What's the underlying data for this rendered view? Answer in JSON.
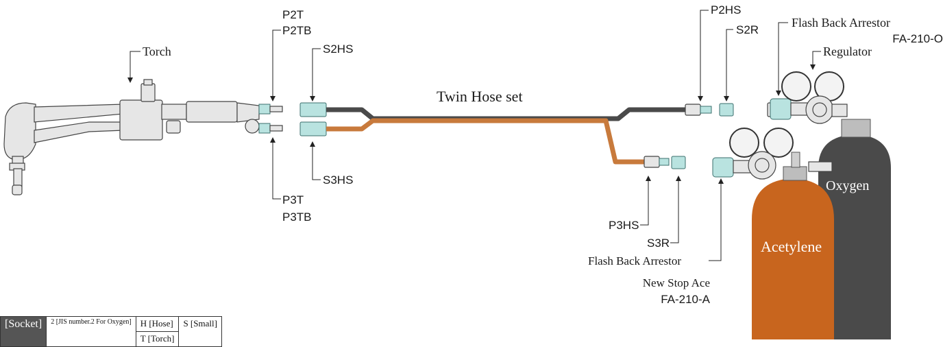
{
  "labels": {
    "torch": "Torch",
    "p2t": "P2T",
    "p2tb": "P2TB",
    "s2hs": "S2HS",
    "twin_hose": "Twin Hose set",
    "s3hs": "S3HS",
    "p3t": "P3T",
    "p3tb": "P3TB",
    "p2hs": "P2HS",
    "s2r": "S2R",
    "fba_top": "Flash Back Arrestor",
    "fa210o": "FA-210-O",
    "regulator": "Regulator",
    "oxygen": "Oxygen",
    "acetylene": "Acetylene",
    "p3hs": "P3HS",
    "s3r": "S3R",
    "fba_bottom": "Flash Back Arrestor",
    "new_stop_ace": "New Stop Ace",
    "fa210a": "FA-210-A"
  },
  "legend": {
    "socket": "[Socket]",
    "jis2": "2 [JIS number.2 For Oxygen]",
    "hose": "H [Hose]",
    "torch": "T [Torch]",
    "small": "S [Small]"
  },
  "colors": {
    "oxygen_cylinder": "#4a4a4a",
    "acetylene_cylinder": "#c8651e",
    "oxygen_hose": "#4a4a4a",
    "acetylene_hose": "#c87a3c",
    "fittings": "#b9e3e0"
  }
}
